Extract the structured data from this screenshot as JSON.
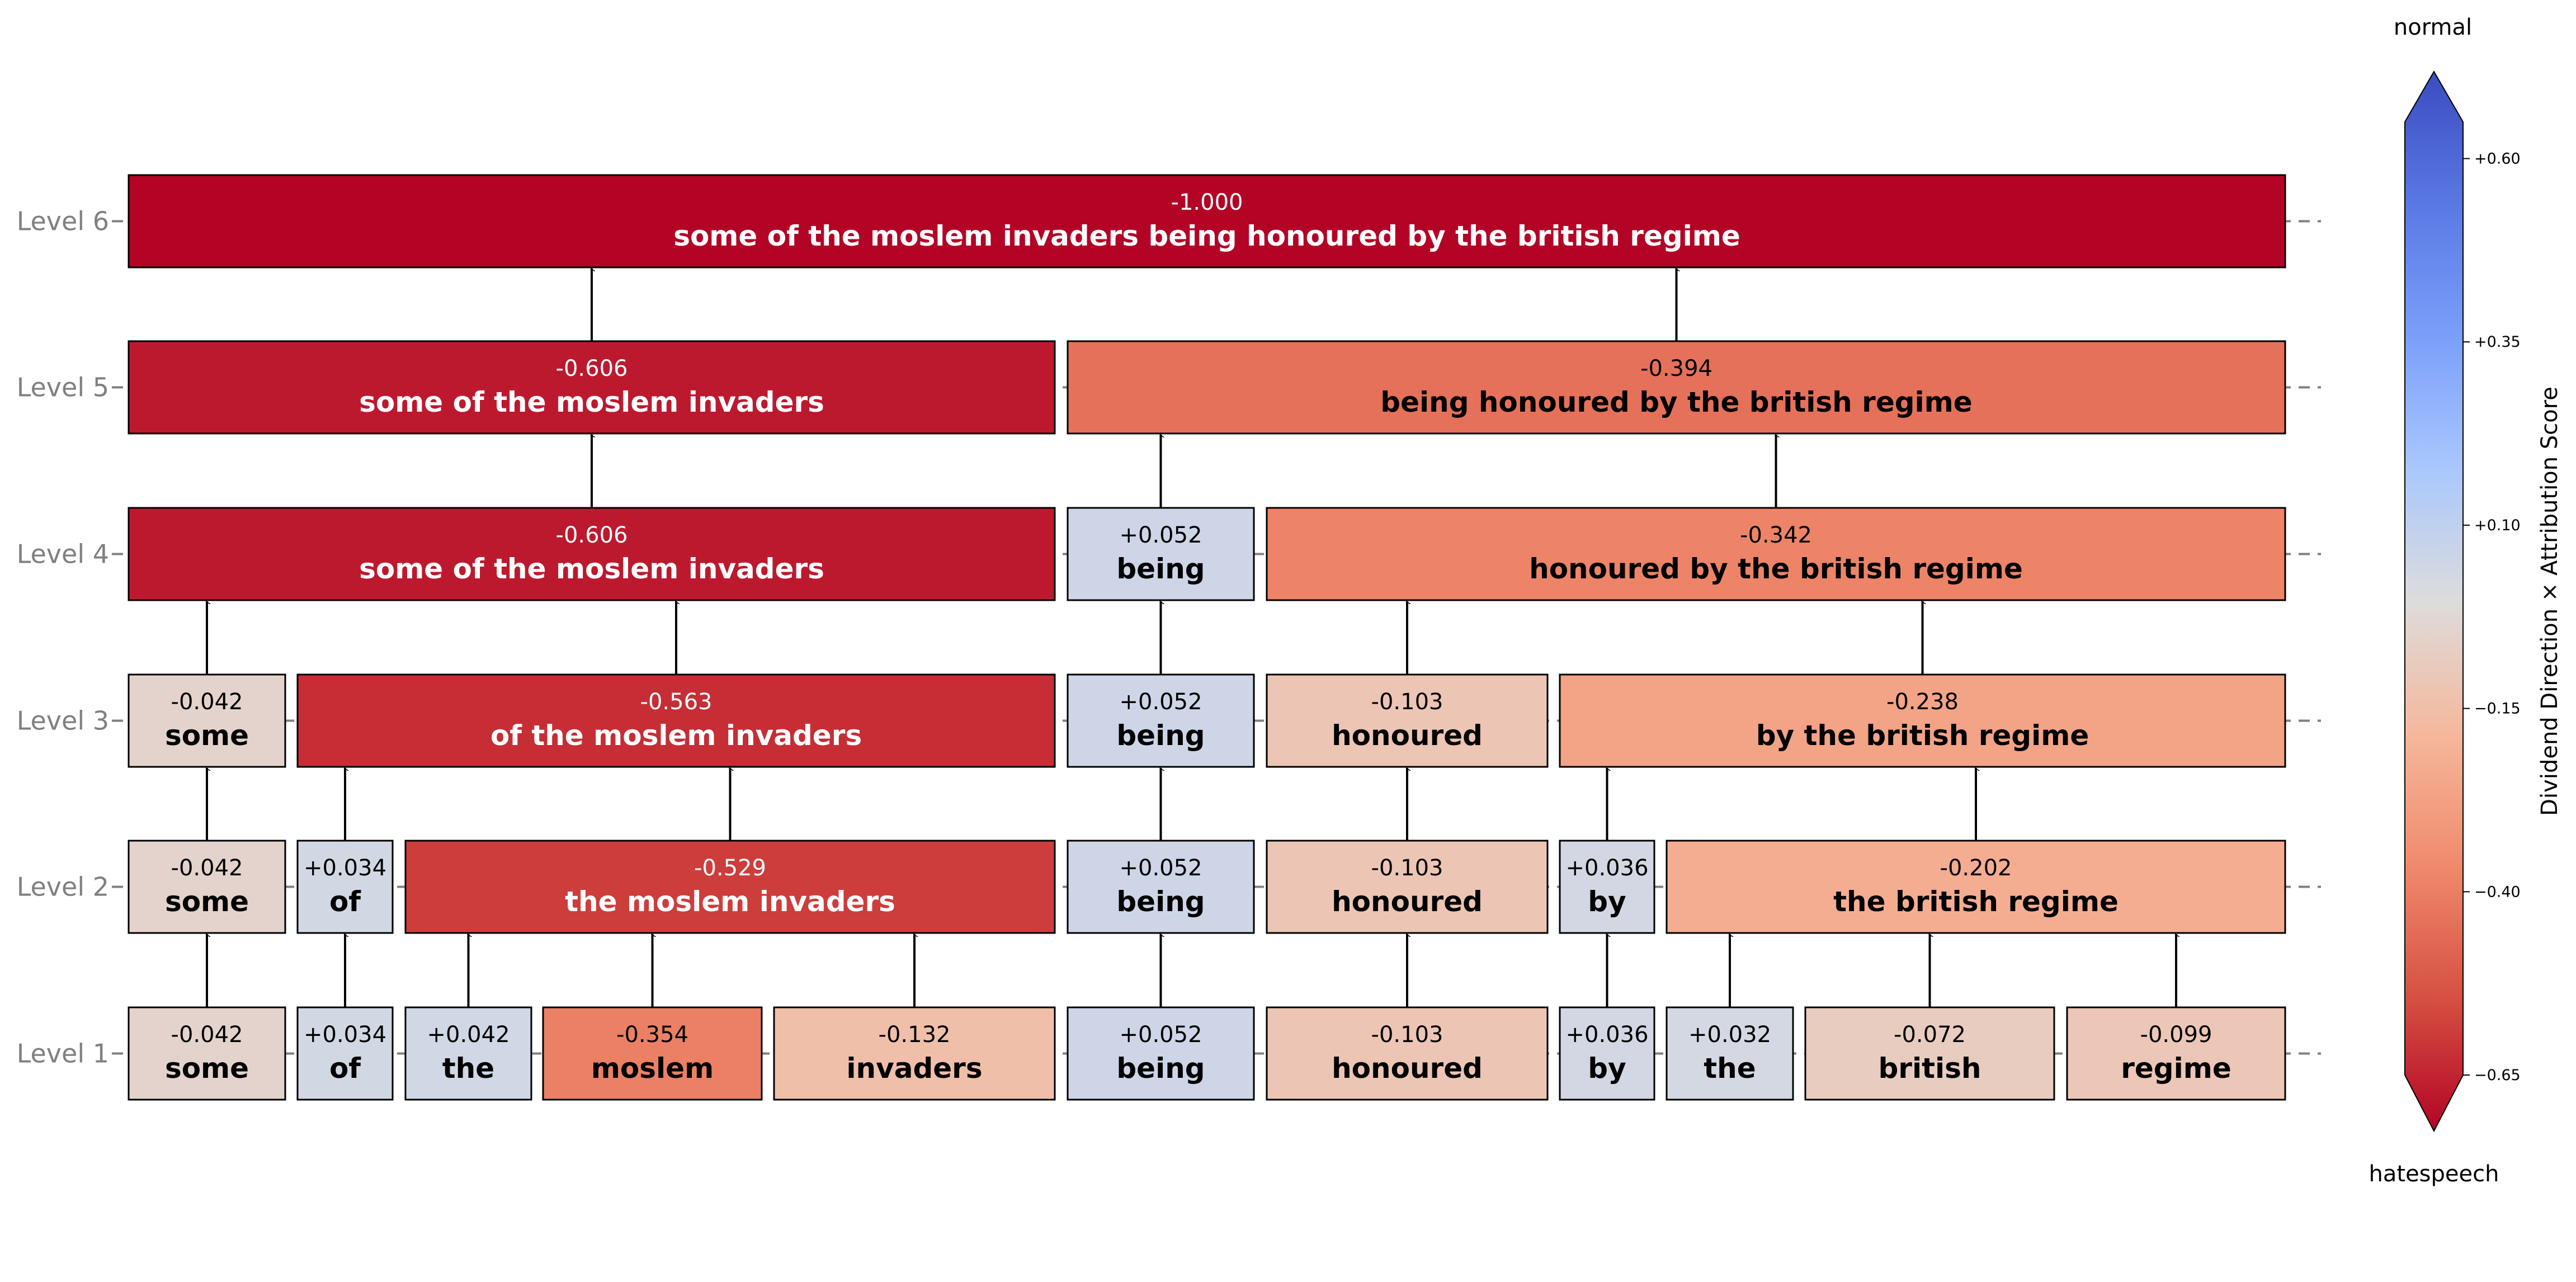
{
  "chart_data": {
    "type": "hierarchy",
    "levels": [
      {
        "label": "Level 1",
        "nodes": [
          {
            "text": "some",
            "score": "-0.042",
            "value": -0.042
          },
          {
            "text": "of",
            "score": "+0.034",
            "value": 0.034
          },
          {
            "text": "the",
            "score": "+0.042",
            "value": 0.042
          },
          {
            "text": "moslem",
            "score": "-0.354",
            "value": -0.354
          },
          {
            "text": "invaders",
            "score": "-0.132",
            "value": -0.132
          },
          {
            "text": "being",
            "score": "+0.052",
            "value": 0.052
          },
          {
            "text": "honoured",
            "score": "-0.103",
            "value": -0.103
          },
          {
            "text": "by",
            "score": "+0.036",
            "value": 0.036
          },
          {
            "text": "the",
            "score": "+0.032",
            "value": 0.032
          },
          {
            "text": "british",
            "score": "-0.072",
            "value": -0.072
          },
          {
            "text": "regime",
            "score": "-0.099",
            "value": -0.099
          }
        ]
      },
      {
        "label": "Level 2",
        "nodes": [
          {
            "text": "some",
            "score": "-0.042",
            "value": -0.042
          },
          {
            "text": "of",
            "score": "+0.034",
            "value": 0.034
          },
          {
            "text": "the moslem invaders",
            "score": "-0.529",
            "value": -0.529
          },
          {
            "text": "being",
            "score": "+0.052",
            "value": 0.052
          },
          {
            "text": "honoured",
            "score": "-0.103",
            "value": -0.103
          },
          {
            "text": "by",
            "score": "+0.036",
            "value": 0.036
          },
          {
            "text": "the british regime",
            "score": "-0.202",
            "value": -0.202
          }
        ]
      },
      {
        "label": "Level 3",
        "nodes": [
          {
            "text": "some",
            "score": "-0.042",
            "value": -0.042
          },
          {
            "text": "of the moslem invaders",
            "score": "-0.563",
            "value": -0.563
          },
          {
            "text": "being",
            "score": "+0.052",
            "value": 0.052
          },
          {
            "text": "honoured",
            "score": "-0.103",
            "value": -0.103
          },
          {
            "text": "by the british regime",
            "score": "-0.238",
            "value": -0.238
          }
        ]
      },
      {
        "label": "Level 4",
        "nodes": [
          {
            "text": "some of the moslem invaders",
            "score": "-0.606",
            "value": -0.606
          },
          {
            "text": "being",
            "score": "+0.052",
            "value": 0.052
          },
          {
            "text": "honoured by the british regime",
            "score": "-0.342",
            "value": -0.342
          }
        ]
      },
      {
        "label": "Level 5",
        "nodes": [
          {
            "text": "some of the moslem invaders",
            "score": "-0.606",
            "value": -0.606
          },
          {
            "text": "being honoured by the british regime",
            "score": "-0.394",
            "value": -0.394
          }
        ]
      },
      {
        "label": "Level 6",
        "nodes": [
          {
            "text": "some of the moslem invaders being honoured by the british regime",
            "score": "-1.000",
            "value": -1.0
          }
        ]
      }
    ],
    "colorbar": {
      "title": "Dividend Direction × Attribution Score",
      "top_label": "normal",
      "bottom_label": "hatespeech",
      "ticks": [
        "+0.60",
        "+0.35",
        "+0.10",
        "−0.15",
        "−0.40",
        "−0.65"
      ],
      "tick_values": [
        0.6,
        0.35,
        0.1,
        -0.15,
        -0.4,
        -0.65
      ],
      "range": [
        -0.65,
        0.65
      ],
      "colormap": "coolwarm"
    }
  }
}
